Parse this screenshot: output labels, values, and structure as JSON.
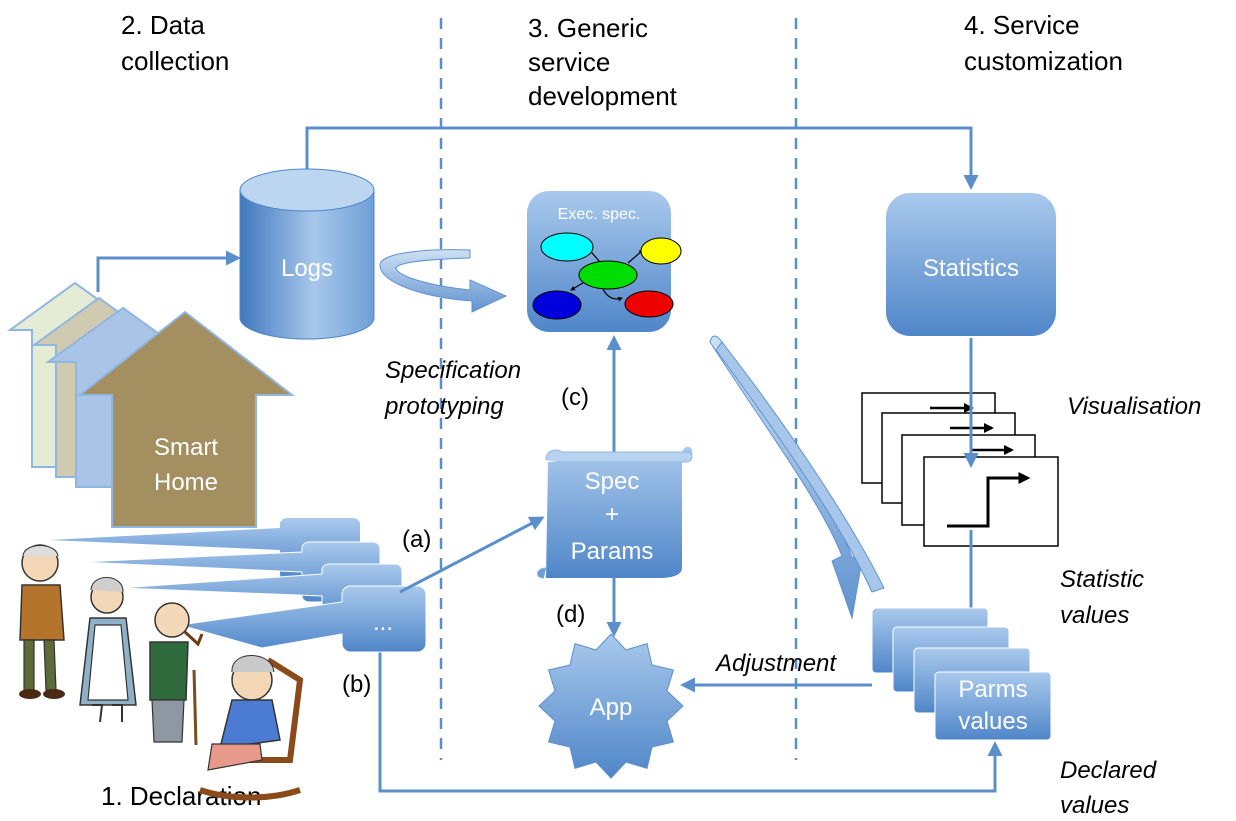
{
  "sections": {
    "data_collection": {
      "line1": "2. Data",
      "line2": "collection"
    },
    "generic_service": {
      "line1": "3. Generic",
      "line2": "service",
      "line3": "development"
    },
    "customization": {
      "line1": "4. Service",
      "line2": "customization"
    },
    "declaration": "1. Declaration"
  },
  "nodes": {
    "home_line1": "Smart",
    "home_line2": "Home",
    "logs": "Logs",
    "exec_spec": "Exec. spec.",
    "statistics": "Statistics",
    "spec_line1": "Spec",
    "spec_line2": "+",
    "spec_line3": "Params",
    "app": "App",
    "params_line1": "Parms",
    "params_line2": "values",
    "ellipsis": "..."
  },
  "labels": {
    "spec_proto_line1": "Specification",
    "spec_proto_line2": "prototyping",
    "visualisation": "Visualisation",
    "statistic_values_line1": "Statistic",
    "statistic_values_line2": "values",
    "adjustment": "Adjustment",
    "declared_values_line1": "Declared",
    "declared_values_line2": "values",
    "a": "(a)",
    "b": "(b)",
    "c": "(c)",
    "d": "(d)"
  },
  "colors": {
    "flow_arrow": "#5b8fcb",
    "node_top": "#a9c9ec",
    "node_bottom": "#4f86c9",
    "house_front": "#a38f5f",
    "graph_nodes": [
      "#00ffff",
      "#ffff00",
      "#00dd00",
      "#0000dd",
      "#ee0000"
    ]
  },
  "icons": [
    "smart-home-icon",
    "logs-database-icon",
    "elderly-people-icon",
    "visualisation-charts"
  ]
}
